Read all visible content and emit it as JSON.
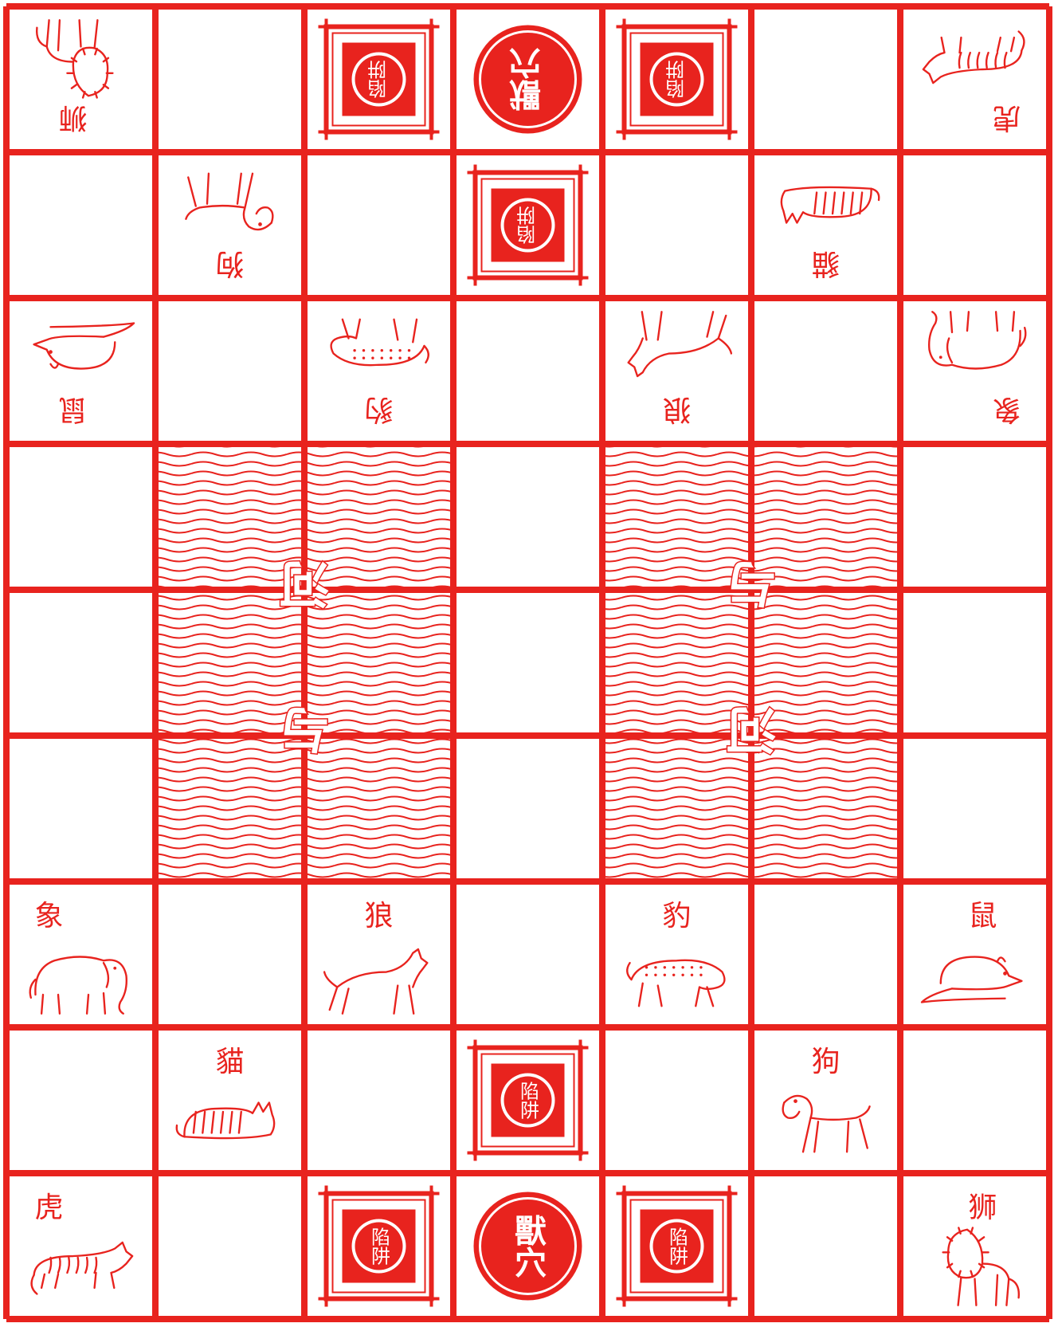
{
  "colors": {
    "ink": "#e8231e",
    "paper": "#ffffff"
  },
  "board": {
    "cols": 7,
    "rows": 9
  },
  "river": {
    "cells": [
      [
        1,
        3
      ],
      [
        2,
        3
      ],
      [
        1,
        4
      ],
      [
        2,
        4
      ],
      [
        1,
        5
      ],
      [
        2,
        5
      ],
      [
        4,
        3
      ],
      [
        5,
        3
      ],
      [
        4,
        4
      ],
      [
        5,
        4
      ],
      [
        4,
        5
      ],
      [
        5,
        5
      ]
    ],
    "labels": [
      {
        "id": "left-upper",
        "text": "河",
        "rotated": true
      },
      {
        "id": "left-lower",
        "text": "与",
        "rotated": true
      },
      {
        "id": "right-upper",
        "text": "与",
        "rotated": true
      },
      {
        "id": "right-lower",
        "text": "河",
        "rotated": true
      }
    ]
  },
  "traps": [
    {
      "col": 2,
      "row": 0,
      "text": "陷阱",
      "rotated": true
    },
    {
      "col": 4,
      "row": 0,
      "text": "陷阱",
      "rotated": true
    },
    {
      "col": 3,
      "row": 1,
      "text": "陷阱",
      "rotated": true
    },
    {
      "col": 3,
      "row": 7,
      "text": "陷阱",
      "rotated": false
    },
    {
      "col": 2,
      "row": 8,
      "text": "陷阱",
      "rotated": false
    },
    {
      "col": 4,
      "row": 8,
      "text": "陷阱",
      "rotated": false
    }
  ],
  "dens": [
    {
      "col": 3,
      "row": 0,
      "text": "獸穴",
      "rotated": true
    },
    {
      "col": 3,
      "row": 8,
      "text": "獸穴",
      "rotated": false
    }
  ],
  "pieces": [
    {
      "col": 0,
      "row": 0,
      "label": "狮",
      "animal": "lion-icon",
      "rotated": true
    },
    {
      "col": 6,
      "row": 0,
      "label": "虎",
      "animal": "tiger-icon",
      "rotated": true
    },
    {
      "col": 1,
      "row": 1,
      "label": "狗",
      "animal": "dog-icon",
      "rotated": true
    },
    {
      "col": 5,
      "row": 1,
      "label": "貓",
      "animal": "cat-icon",
      "rotated": true
    },
    {
      "col": 0,
      "row": 2,
      "label": "鼠",
      "animal": "rat-icon",
      "rotated": true
    },
    {
      "col": 2,
      "row": 2,
      "label": "豹",
      "animal": "leopard-icon",
      "rotated": true
    },
    {
      "col": 4,
      "row": 2,
      "label": "狼",
      "animal": "wolf-icon",
      "rotated": true
    },
    {
      "col": 6,
      "row": 2,
      "label": "象",
      "animal": "elephant-icon",
      "rotated": true
    },
    {
      "col": 0,
      "row": 6,
      "label": "象",
      "animal": "elephant-icon",
      "rotated": false
    },
    {
      "col": 2,
      "row": 6,
      "label": "狼",
      "animal": "wolf-icon",
      "rotated": false
    },
    {
      "col": 4,
      "row": 6,
      "label": "豹",
      "animal": "leopard-icon",
      "rotated": false
    },
    {
      "col": 6,
      "row": 6,
      "label": "鼠",
      "animal": "rat-icon",
      "rotated": false
    },
    {
      "col": 1,
      "row": 7,
      "label": "貓",
      "animal": "cat-icon",
      "rotated": false
    },
    {
      "col": 5,
      "row": 7,
      "label": "狗",
      "animal": "dog-icon",
      "rotated": false
    },
    {
      "col": 0,
      "row": 8,
      "label": "虎",
      "animal": "tiger-icon",
      "rotated": false
    },
    {
      "col": 6,
      "row": 8,
      "label": "狮",
      "animal": "lion-icon",
      "rotated": false
    }
  ]
}
